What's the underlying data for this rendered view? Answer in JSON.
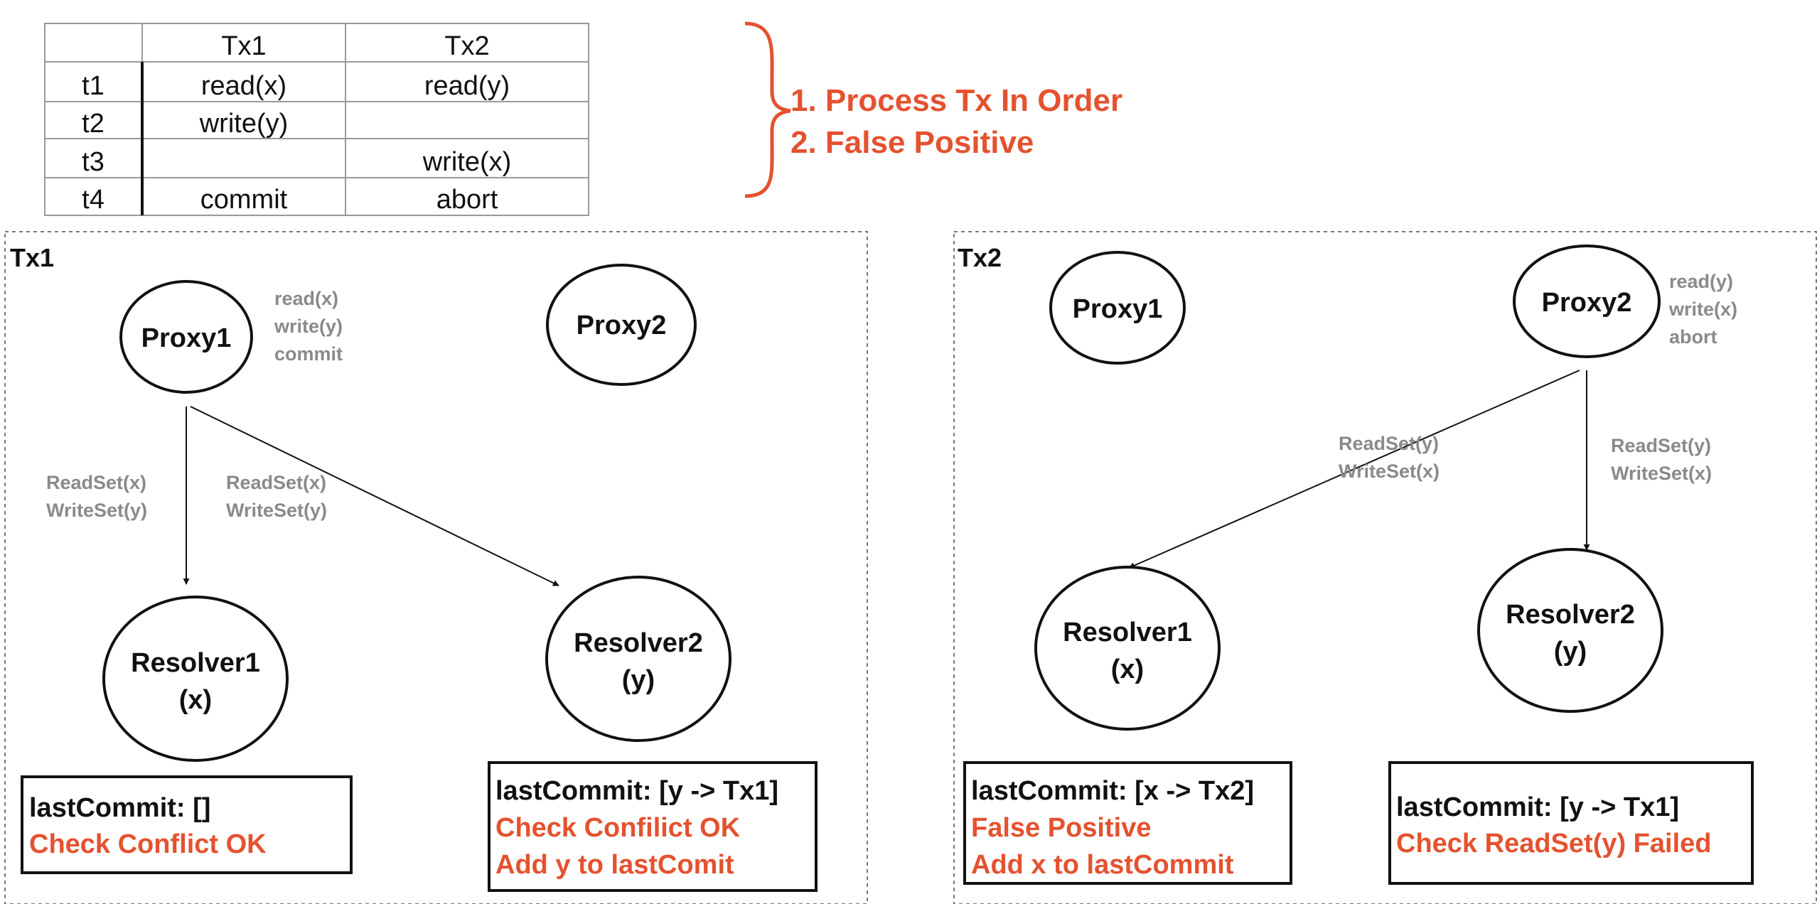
{
  "colors": {
    "accent": "#e4522f",
    "gray_label": "#8a8a8a",
    "text": "#111111",
    "grid": "#999999"
  },
  "schedule_table": {
    "columns": [
      "",
      "Tx1",
      "Tx2"
    ],
    "rows": [
      {
        "time": "t1",
        "tx1": "read(x)",
        "tx2": "read(y)"
      },
      {
        "time": "t2",
        "tx1": "write(y)",
        "tx2": ""
      },
      {
        "time": "t3",
        "tx1": "",
        "tx2": "write(x)"
      },
      {
        "time": "t4",
        "tx1": "commit",
        "tx2": "abort"
      }
    ]
  },
  "steps": [
    "1.  Process Tx In Order",
    "2.  False Positive"
  ],
  "panel_tx1": {
    "title": "Tx1",
    "proxy1": {
      "label": "Proxy1",
      "ops": [
        "read(x)",
        "write(y)",
        "commit"
      ]
    },
    "proxy2": {
      "label": "Proxy2"
    },
    "edge_to_resolver1": [
      "ReadSet(x)",
      "WriteSet(y)"
    ],
    "edge_to_resolver2": [
      "ReadSet(x)",
      "WriteSet(y)"
    ],
    "resolver1": {
      "name": "Resolver1",
      "key": "(x)"
    },
    "resolver2": {
      "name": "Resolver2",
      "key": "(y)"
    },
    "note_resolver1": {
      "state": "lastCommit: []",
      "lines": [
        "Check Conflict OK"
      ]
    },
    "note_resolver2": {
      "state": "lastCommit: [y -> Tx1]",
      "lines": [
        "Check Confilict OK",
        "Add y to lastComit"
      ]
    }
  },
  "panel_tx2": {
    "title": "Tx2",
    "proxy1": {
      "label": "Proxy1"
    },
    "proxy2": {
      "label": "Proxy2",
      "ops": [
        "read(y)",
        "write(x)",
        "abort"
      ]
    },
    "edge_to_resolver1": [
      "ReadSet(y)",
      "WriteSet(x)"
    ],
    "edge_to_resolver2": [
      "ReadSet(y)",
      "WriteSet(x)"
    ],
    "resolver1": {
      "name": "Resolver1",
      "key": "(x)"
    },
    "resolver2": {
      "name": "Resolver2",
      "key": "(y)"
    },
    "note_resolver1": {
      "state": "lastCommit: [x -> Tx2]",
      "lines": [
        "False Positive",
        "Add x to lastCommit"
      ]
    },
    "note_resolver2": {
      "state": "lastCommit: [y -> Tx1]",
      "lines": [
        "Check ReadSet(y) Failed"
      ]
    }
  }
}
